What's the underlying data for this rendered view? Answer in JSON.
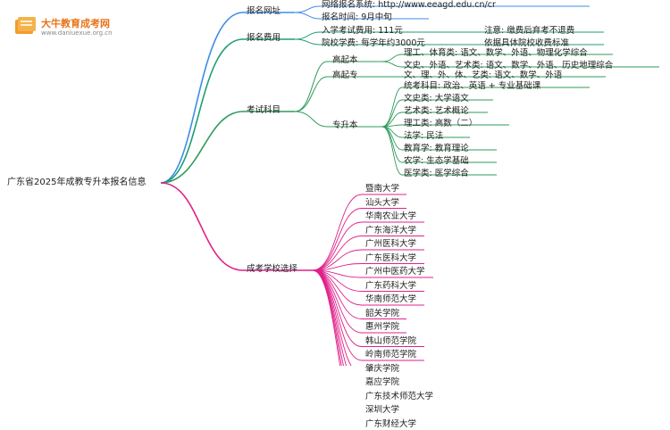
{
  "logo": {
    "title": "大牛教育成考网",
    "url": "www.daniuexue.org.cn"
  },
  "root": "广东省2025年成教专升本报名信息",
  "branches": {
    "url": {
      "label": "报名网址",
      "items": [
        "网络报名系统: http://www.eeagd.edu.cn/cr",
        "报名时间: 9月中旬"
      ]
    },
    "fee": {
      "label": "报名费用",
      "items": [
        {
          "left": "入学考试费用: 111元",
          "right": "注意: 缴费后弃考不退费"
        },
        {
          "left": "院校学费: 每学年约3000元",
          "right": "依据具体院校收费标准"
        }
      ]
    },
    "subjects": {
      "label": "考试科目",
      "gaoqiben": {
        "label": "高起本",
        "items": [
          "理工、体育类: 语文、数学、外语、物理化学综合",
          "文史、外语、艺术类: 语文、数学、外语、历史地理综合"
        ]
      },
      "gaoqizhuan": {
        "label": "高起专",
        "items": [
          "文、理、外、体、艺类: 语文、数学、外语"
        ]
      },
      "zhuanshengben": {
        "label": "专升本",
        "items": [
          "统考科目: 政治、英语 + 专业基础课",
          "文史类: 大学语文",
          "艺术类: 艺术概论",
          "理工类: 高数（二）",
          "法学: 民法",
          "教育学: 教育理论",
          "农学: 生态学基础",
          "医学类: 医学综合"
        ]
      }
    },
    "schools": {
      "label": "成考学校选择",
      "items": [
        "暨南大学",
        "汕头大学",
        "华南农业大学",
        "广东海洋大学",
        "广州医科大学",
        "广东医科大学",
        "广州中医药大学",
        "广东药科大学",
        "华南师范大学",
        "韶关学院",
        "惠州学院",
        "韩山师范学院",
        "岭南师范学院",
        "肇庆学院",
        "嘉应学院",
        "广东技术师范大学",
        "深圳大学",
        "广东财经大学"
      ]
    }
  },
  "colors": {
    "url": "#3f8de8",
    "fee": "#1f9e74",
    "subjects": "#2e9b5b",
    "schools": "#e0218a",
    "root": "#555555"
  }
}
